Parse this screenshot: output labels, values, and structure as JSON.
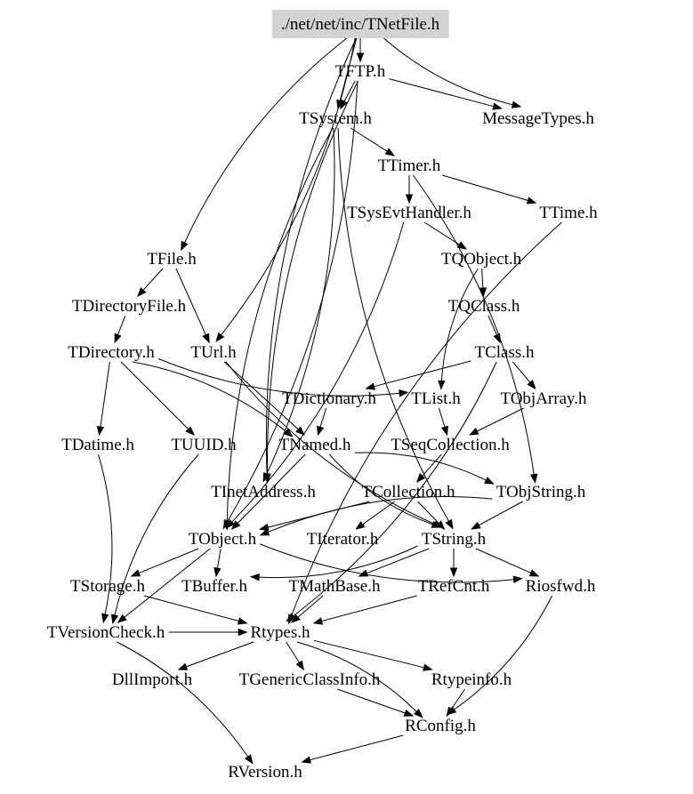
{
  "root": "./net/net/inc/TNetFile.h",
  "colors": {
    "root_fill": "#d3d3d3",
    "edge": "#000000",
    "text": "#000000",
    "background": "#ffffff"
  },
  "nodes": {
    "TNetFile": "./net/net/inc/TNetFile.h",
    "TFTP": "TFTP.h",
    "TSystem": "TSystem.h",
    "MessageTypes": "MessageTypes.h",
    "TTimer": "TTimer.h",
    "TSysEvtHandler": "TSysEvtHandler.h",
    "TTime": "TTime.h",
    "TFile": "TFile.h",
    "TQObject": "TQObject.h",
    "TDirectoryFile": "TDirectoryFile.h",
    "TQClass": "TQClass.h",
    "TDirectory": "TDirectory.h",
    "TUrl": "TUrl.h",
    "TClass": "TClass.h",
    "TDictionary": "TDictionary.h",
    "TList": "TList.h",
    "TObjArray": "TObjArray.h",
    "TDatime": "TDatime.h",
    "TUUID": "TUUID.h",
    "TNamed": "TNamed.h",
    "TSeqCollection": "TSeqCollection.h",
    "TInetAddress": "TInetAddress.h",
    "TCollection": "TCollection.h",
    "TObjString": "TObjString.h",
    "TObject": "TObject.h",
    "TIterator": "TIterator.h",
    "TString": "TString.h",
    "TStorage": "TStorage.h",
    "TBuffer": "TBuffer.h",
    "TMathBase": "TMathBase.h",
    "TRefCnt": "TRefCnt.h",
    "Riosfwd": "Riosfwd.h",
    "TVersionCheck": "TVersionCheck.h",
    "Rtypes": "Rtypes.h",
    "DllImport": "DllImport.h",
    "TGenericClassInfo": "TGenericClassInfo.h",
    "Rtypeinfo": "Rtypeinfo.h",
    "RConfig": "RConfig.h",
    "RVersion": "RVersion.h"
  },
  "edges": [
    [
      "TNetFile",
      "TFTP"
    ],
    [
      "TNetFile",
      "MessageTypes"
    ],
    [
      "TNetFile",
      "TSystem"
    ],
    [
      "TNetFile",
      "TFile"
    ],
    [
      "TNetFile",
      "TUrl"
    ],
    [
      "TNetFile",
      "TInetAddress"
    ],
    [
      "TFTP",
      "TSystem"
    ],
    [
      "TFTP",
      "MessageTypes"
    ],
    [
      "TFTP",
      "TObject"
    ],
    [
      "TFTP",
      "TInetAddress"
    ],
    [
      "TSystem",
      "TTimer"
    ],
    [
      "TSystem",
      "TObject"
    ],
    [
      "TSystem",
      "TInetAddress"
    ],
    [
      "TSystem",
      "TString"
    ],
    [
      "TTimer",
      "TSysEvtHandler"
    ],
    [
      "TTimer",
      "TTime"
    ],
    [
      "TTimer",
      "TObjString"
    ],
    [
      "TSysEvtHandler",
      "TQObject"
    ],
    [
      "TSysEvtHandler",
      "TObject"
    ],
    [
      "TTime",
      "Rtypes"
    ],
    [
      "TFile",
      "TDirectoryFile"
    ],
    [
      "TFile",
      "TUrl"
    ],
    [
      "TQObject",
      "TQClass"
    ],
    [
      "TQObject",
      "TList"
    ],
    [
      "TDirectoryFile",
      "TDirectory"
    ],
    [
      "TQClass",
      "TClass"
    ],
    [
      "TDirectory",
      "TNamed"
    ],
    [
      "TDirectory",
      "TDatime"
    ],
    [
      "TDirectory",
      "TUUID"
    ],
    [
      "TDirectory",
      "TList"
    ],
    [
      "TUrl",
      "TNamed"
    ],
    [
      "TUrl",
      "TString"
    ],
    [
      "TClass",
      "TDictionary"
    ],
    [
      "TClass",
      "TObjArray"
    ],
    [
      "TClass",
      "Rtypes"
    ],
    [
      "TDictionary",
      "TNamed"
    ],
    [
      "TList",
      "TSeqCollection"
    ],
    [
      "TObjArray",
      "TSeqCollection"
    ],
    [
      "TDatime",
      "TVersionCheck"
    ],
    [
      "TUUID",
      "TVersionCheck"
    ],
    [
      "TNamed",
      "TObject"
    ],
    [
      "TNamed",
      "TString"
    ],
    [
      "TNamed",
      "TObjString"
    ],
    [
      "TSeqCollection",
      "TCollection"
    ],
    [
      "TCollection",
      "TObject"
    ],
    [
      "TCollection",
      "TIterator"
    ],
    [
      "TCollection",
      "TString"
    ],
    [
      "TObjString",
      "TObject"
    ],
    [
      "TObjString",
      "TString"
    ],
    [
      "TObject",
      "TStorage"
    ],
    [
      "TObject",
      "TBuffer"
    ],
    [
      "TObject",
      "Riosfwd"
    ],
    [
      "TObject",
      "TVersionCheck"
    ],
    [
      "TString",
      "TRefCnt"
    ],
    [
      "TString",
      "TMathBase"
    ],
    [
      "TString",
      "Riosfwd"
    ],
    [
      "TString",
      "TBuffer"
    ],
    [
      "TStorage",
      "Rtypes"
    ],
    [
      "TMathBase",
      "Rtypes"
    ],
    [
      "TRefCnt",
      "Rtypes"
    ],
    [
      "Riosfwd",
      "RConfig"
    ],
    [
      "TVersionCheck",
      "Rtypes"
    ],
    [
      "TVersionCheck",
      "RVersion"
    ],
    [
      "Rtypes",
      "DllImport"
    ],
    [
      "Rtypes",
      "TGenericClassInfo"
    ],
    [
      "Rtypes",
      "Rtypeinfo"
    ],
    [
      "Rtypes",
      "RConfig"
    ],
    [
      "Rtypeinfo",
      "RConfig"
    ],
    [
      "TGenericClassInfo",
      "RConfig"
    ],
    [
      "RConfig",
      "RVersion"
    ]
  ]
}
